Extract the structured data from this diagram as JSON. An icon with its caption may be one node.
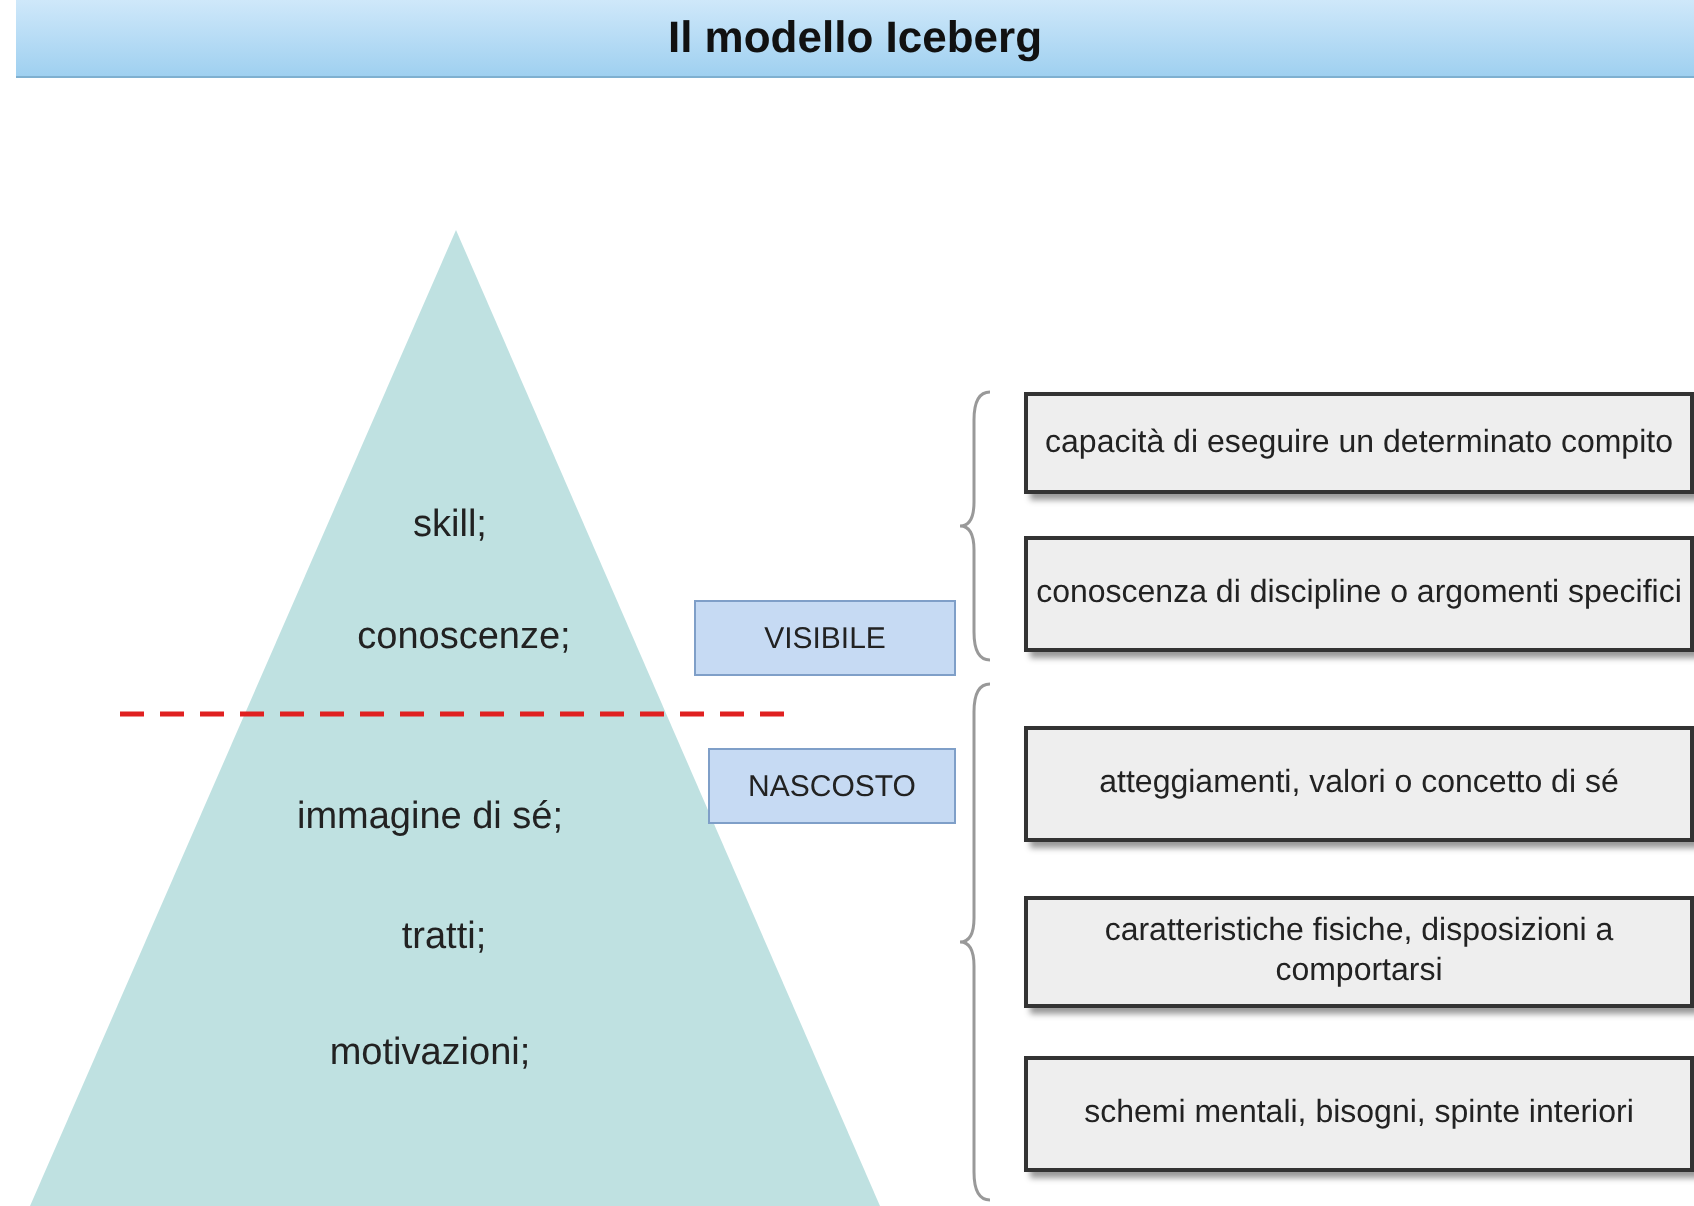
{
  "diagram": {
    "title": "Il modello Iceberg",
    "nodes": [
      {
        "text": [
          "skill;",
          "conoscenze;",
          "immagine di sé;",
          "tratti;",
          "motivazioni;"
        ]
      },
      {
        "text": [
          "VISIBILE"
        ]
      },
      {
        "text": [
          "NASCOSTO"
        ]
      },
      {
        "text": [
          "capacità di eseguire un determinato compito"
        ]
      },
      {
        "text": [
          "conoscenza di discipline o argomenti specifici"
        ]
      },
      {
        "text": [
          "atteggiamenti, valori o concetto di sé"
        ]
      },
      {
        "text": [
          "caratteristiche fisiche, disposizioni a comportarsi"
        ]
      },
      {
        "text": [
          "schemi mentali, bisogni, spinte interiori"
        ]
      }
    ]
  }
}
